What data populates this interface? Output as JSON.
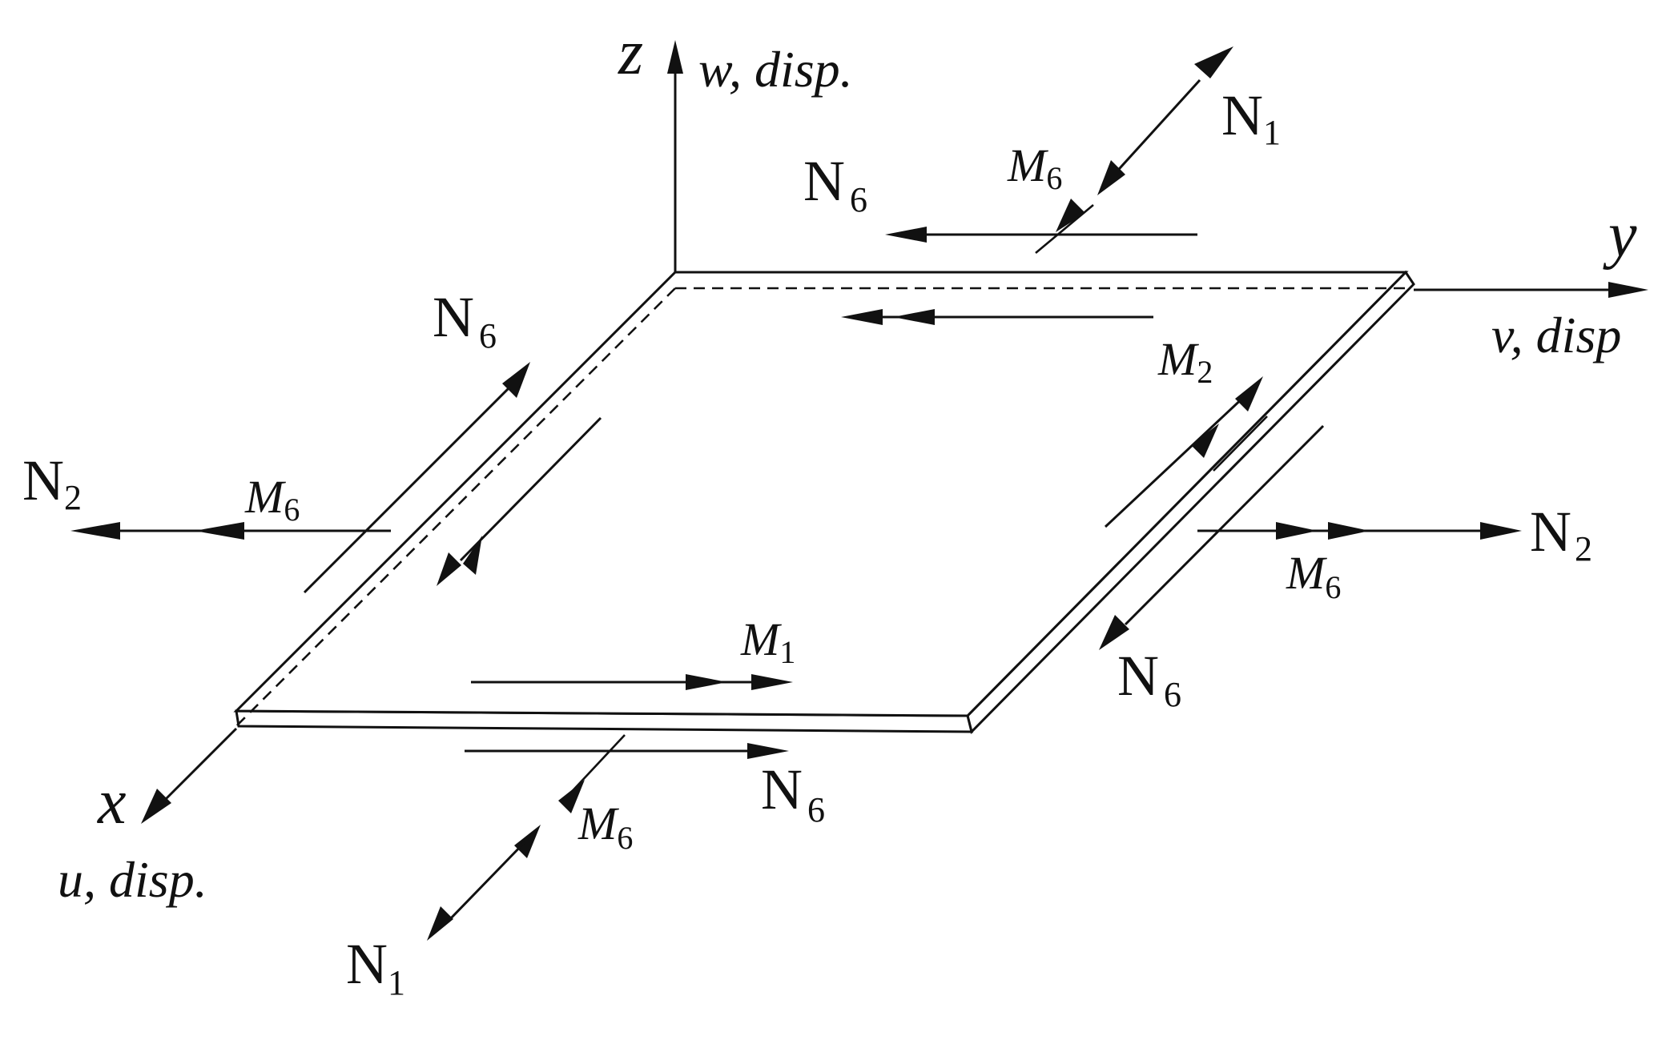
{
  "axes": {
    "z": "z",
    "w": "w, disp.",
    "y": "y",
    "v": "v, disp",
    "x": "x",
    "u": "u, disp."
  },
  "labels": {
    "N": "N",
    "M": "M",
    "n1_top": "1",
    "m6_top": "6",
    "n6_top": "6",
    "n6_left": "6",
    "n2_left": "2",
    "m6_left": "6",
    "m2_right": "2",
    "n2_right": "2",
    "m6_right": "6",
    "n6_right": "6",
    "m1_bottom": "1",
    "n6_bottom": "6",
    "m6_bottom": "6",
    "n1_bottom": "1"
  }
}
